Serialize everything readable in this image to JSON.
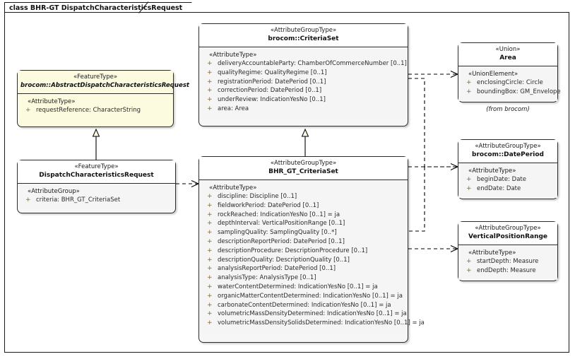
{
  "diagram": {
    "title": "class BHR-GT DispatchCharacteristicsRequest",
    "visibility_plus": "+"
  },
  "boxes": {
    "abstract_request": {
      "stereotype": "«FeatureType»",
      "name": "brocom::AbstractDispatchCharacteristicsRequest",
      "group_label": "«AttributeType»",
      "attributes": [
        "requestReference: CharacterString"
      ]
    },
    "dispatch_request": {
      "stereotype": "«FeatureType»",
      "name": "DispatchCharacteristicsRequest",
      "group_label": "«AttributeGroup»",
      "attributes": [
        "criteria: BHR_GT_CriteriaSet"
      ]
    },
    "criteria_set": {
      "stereotype": "«AttributeGroupType»",
      "name": "brocom::CriteriaSet",
      "group_label": "«AttributeType»",
      "attributes": [
        "deliveryAccountableParty: ChamberOfCommerceNumber [0..1]",
        "qualityRegime: QualityRegime [0..1]",
        "registrationPeriod: DatePeriod [0..1]",
        "correctionPeriod: DatePeriod [0..1]",
        "underReview: IndicationYesNo [0..1]",
        "area: Area"
      ]
    },
    "bhr_gt_criteria_set": {
      "stereotype": "«AttributeGroupType»",
      "name": "BHR_GT_CriteriaSet",
      "group_label": "«AttributeType»",
      "attributes": [
        "discipline: Discipline [0..1]",
        "fieldworkPeriod: DatePeriod [0..1]",
        "rockReached: IndicationYesNo [0..1] = ja",
        "depthInterval: VerticalPositionRange [0..1]",
        "samplingQuality: SamplingQuality [0..*]",
        "descriptionReportPeriod: DatePeriod [0..1]",
        "descriptionProcedure: DescriptionProcedure [0..1]",
        "descriptionQuality: DescriptionQuality [0..1]",
        "analysisReportPeriod: DatePeriod [0..1]",
        "analysisType: AnalysisType [0..1]",
        "waterContentDetermined: IndicationYesNo [0..1] = ja",
        "organicMatterContentDetermined: IndicationYesNo [0..1] = ja",
        "carbonateContentDetermined: IndicationYesNo [0..1] = ja",
        "volumetricMassDensityDetermined: IndicationYesNo [0..1] = ja",
        "volumetricMassDensitySolidsDetermined: IndicationYesNo [0..1] = ja"
      ]
    },
    "area": {
      "stereotype": "«Union»",
      "name": "Area",
      "group_label": "«UnionElement»",
      "attributes": [
        "enclosingCircle: Circle",
        "boundingBox: GM_Envelope"
      ],
      "note": "(from brocom)"
    },
    "date_period": {
      "stereotype": "«AttributeGroupType»",
      "name": "brocom::DatePeriod",
      "group_label": "«AttributeType»",
      "attributes": [
        "beginDate: Date",
        "endDate: Date"
      ]
    },
    "vertical_position_range": {
      "stereotype": "«AttributeGroupType»",
      "name": "VerticalPositionRange",
      "group_label": "«AttributeType»",
      "attributes": [
        "startDepth: Measure",
        "endDepth: Measure"
      ]
    }
  },
  "colors": {
    "feature_type_fill": "#fcfbe0",
    "box_fill": "#f5f5f5",
    "header_fill": "#ffffff",
    "border": "#2b2b2b",
    "line": "#000000"
  }
}
